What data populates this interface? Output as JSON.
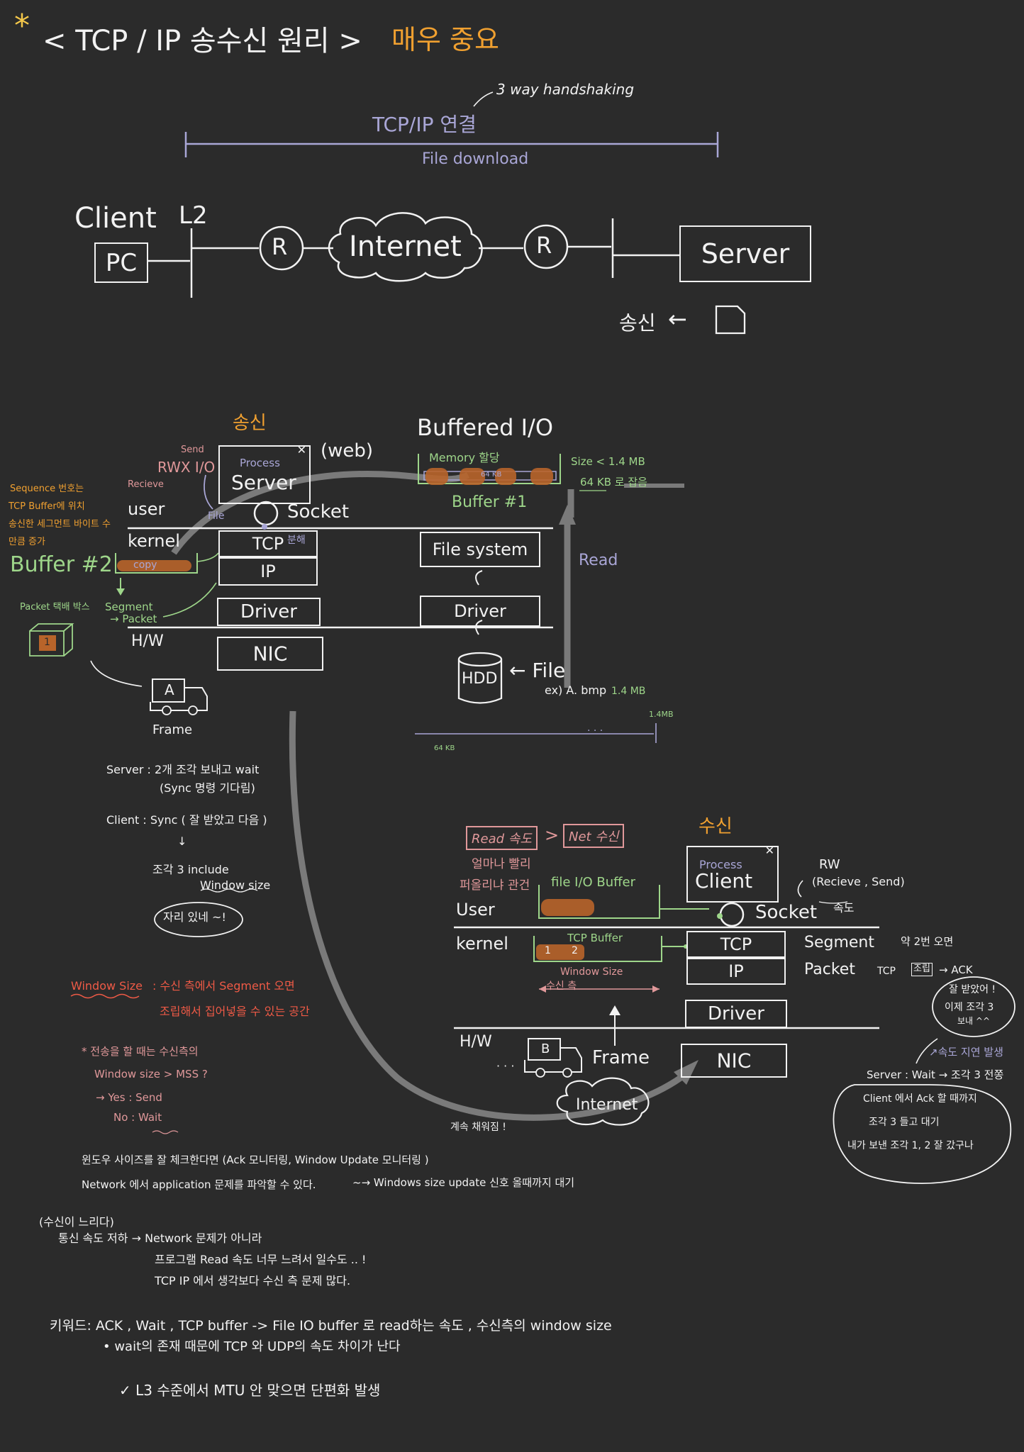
{
  "title": {
    "star": "*",
    "main": "< TCP / IP 송수신 원리 >",
    "emphasis": "매우 중요"
  },
  "network": {
    "handshake_note": "3 way handshaking",
    "connection_label": "TCP/IP 연결",
    "download_label": "File download",
    "client_label": "Client",
    "l2_label": "L2",
    "pc_label": "PC",
    "router_label": "R",
    "internet_label": "Internet",
    "server_label": "Server",
    "send_label": "송신",
    "send_arrow": "←"
  },
  "sender": {
    "title": "송신",
    "rwx": "RWX I/O",
    "send_note": "Send",
    "recieve_note": "Recieve",
    "process": "Process",
    "server": "Server",
    "web": "(web)",
    "file_note": "File",
    "socket": "Socket",
    "user": "user",
    "kernel": "kernel",
    "hw": "H/W",
    "tcp": "TCP",
    "tcp_note": "분해",
    "ip": "IP",
    "driver": "Driver",
    "nic": "NIC",
    "buffer2": "Buffer #2",
    "copy": "copy",
    "seq_note": [
      "Sequence 번호는",
      "TCP Buffer에 위치",
      "송신한 세그먼트 바이트 수",
      "만큼 증가"
    ],
    "packet_box_note": "Packet 택배 박스",
    "packet_num": "1",
    "segment_note": "Segment",
    "packet_note": "→ Packet",
    "frame_box": "A",
    "frame": "Frame"
  },
  "buffered_io": {
    "title": "Buffered I/O",
    "memory_note": "Memory 할당",
    "chunk_note": "64 KB",
    "buffer1": "Buffer #1",
    "size_note": "Size < 1.4 MB",
    "chunk_note2": "64 KB 로 잡음",
    "file_system": "File system",
    "driver": "Driver",
    "hdd": "HDD",
    "file": "← File",
    "example": "ex) A. bmp",
    "example_size": "1.4 MB",
    "read": "Read",
    "scale_end": "1.4MB",
    "scale_unit": "64 KB",
    "scale_dots": "· · ·"
  },
  "sync_notes": {
    "server": "Server :  2개  조각 보내고 wait",
    "server_sub": "(Sync  명령 기다림)",
    "client": "Client :  Sync ( 잘 받았고 다음 )",
    "down": "↓",
    "piece": "조각 3  include",
    "window": "Window size",
    "bubble": "자리 있네 ~!"
  },
  "window_def": {
    "label": "Window Size",
    "line1": ": 수신 측에서 Segment 오면",
    "line2": "조립해서 집어넣을 수 있는 공간"
  },
  "transfer_rule": {
    "line1": "* 전송을 할 때는 수신측의",
    "line2": "Window size > MSS ?",
    "yes": "→ Yes  :  Send",
    "no": "No  :  Wait"
  },
  "receiver": {
    "compare_left": "Read 속도",
    "compare_gt": ">",
    "compare_right": "Net 수신",
    "note1": "얼마나 빨리",
    "note2": "퍼올리냐 관건",
    "title": "수신",
    "process": "Process",
    "client": "Client",
    "rw": "RW",
    "rw_sub": "(Recieve , Send)",
    "speed": "속도",
    "user": "User",
    "kernel": "kernel",
    "hw": "H/W",
    "file_io_buffer": "file   I/O   Buffer",
    "socket": "Socket",
    "tcp_buffer": "TCP Buffer",
    "win_size": "Window Size",
    "recv_side": "수신 측",
    "seg1": "1",
    "seg2": "2",
    "tcp": "TCP",
    "ip": "IP",
    "driver": "Driver",
    "nic": "NIC",
    "segment": "Segment",
    "segment_note": "약 2번 오면",
    "packet": "Packet",
    "packet_tcp": "TCP",
    "packet_asm": "조립",
    "packet_ack": "→ ACK",
    "bubble1": "잘 받았어 !",
    "bubble2": "이제 조각 3",
    "bubble3": "보내 ^^",
    "delay": "↗속도 지연 발생",
    "wait1": "Server : Wait → 조각 3 전쫑",
    "wait2": "Client 에서 Ack 할 때까지",
    "wait3": "조각 3 들고 대기",
    "wait4": "내가 보낸 조각 1, 2 잘 갔구나",
    "frame_box": "B",
    "frame": "Frame",
    "internet": "Internet",
    "keep": "계속 채워짐 !"
  },
  "bottom": {
    "line1": "윈도우 사이즈를 잘 체크한다면 (Ack 모니터링, Window Update 모니터링 )",
    "line2": "Network 에서 application 문제를 파악할 수 있다.",
    "line2b": "~→  Windows  size  update  신호 올때까지  대기",
    "slow1": "(수신이 느리다)",
    "slow2": "통신 속도 저하 →  Network  문제가  아니라",
    "slow3": "프로그램  Read  속도  너무  느려서  일수도 .. !",
    "slow4": "TCP  IP 에서  생각보다  수신 측  문제  많다.",
    "kw1": "키워드: ACK , Wait , TCP buffer -> File IO buffer 로 read하는 속도 ,  수신측의 window size",
    "kw2": "• wait의 존재 때문에 TCP 와 UDP의 속도 차이가 난다",
    "kw3": "✓  L3  수준에서  MTU  안 맞으면  단편화  발생"
  }
}
